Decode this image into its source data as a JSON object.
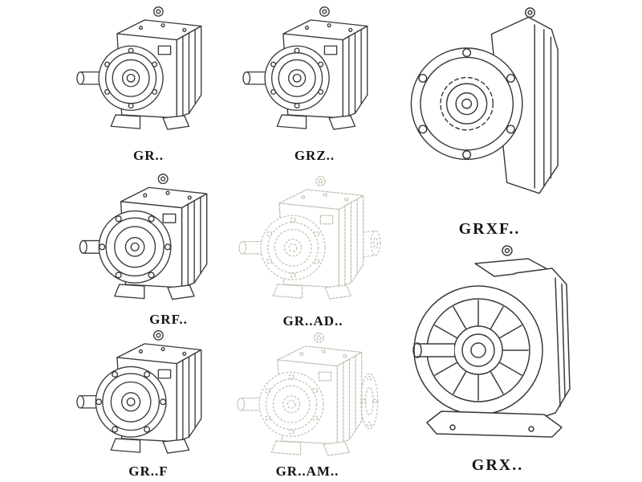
{
  "page": {
    "background_color": "#ffffff",
    "line_color": "#3a3a3a",
    "faded_line_color": "#c9c2b5",
    "label_color": "#141414"
  },
  "items": [
    {
      "id": "gr",
      "label": "GR..",
      "style": "solid"
    },
    {
      "id": "grz",
      "label": "GRZ..",
      "style": "solid"
    },
    {
      "id": "grxf",
      "label": "GRXF..",
      "style": "solid"
    },
    {
      "id": "grf",
      "label": "GRF..",
      "style": "solid"
    },
    {
      "id": "gr-ad",
      "label": "GR..AD..",
      "style": "faded"
    },
    {
      "id": "gr-f",
      "label": "GR..F",
      "style": "solid"
    },
    {
      "id": "gr-am",
      "label": "GR..AM..",
      "style": "faded"
    },
    {
      "id": "grx",
      "label": "GRX..",
      "style": "solid"
    }
  ]
}
